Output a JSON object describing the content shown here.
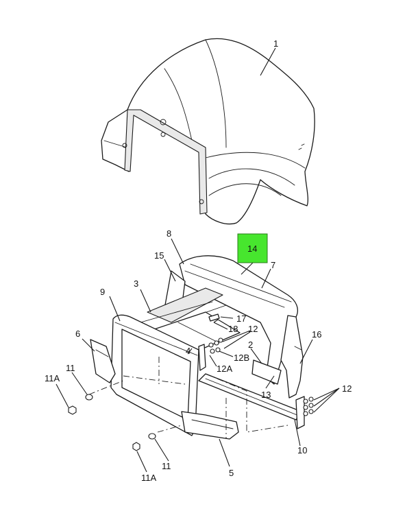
{
  "callouts": {
    "c1": "1",
    "c8": "8",
    "c14": "14",
    "c15": "15",
    "c7": "7",
    "c3": "3",
    "c9": "9",
    "c17": "17",
    "c12a": "12",
    "c18": "18",
    "c2": "2",
    "c16": "16",
    "c6": "6",
    "c4": "4",
    "c12B": "12B",
    "c12A": "12A",
    "c11a": "11",
    "c11A_a": "11A",
    "c13": "13",
    "c12b": "12",
    "c10": "10",
    "c11b": "11",
    "c11A_b": "11A",
    "c5": "5"
  },
  "colors": {
    "highlight": "#47e62e"
  },
  "highlighted_part": "14"
}
